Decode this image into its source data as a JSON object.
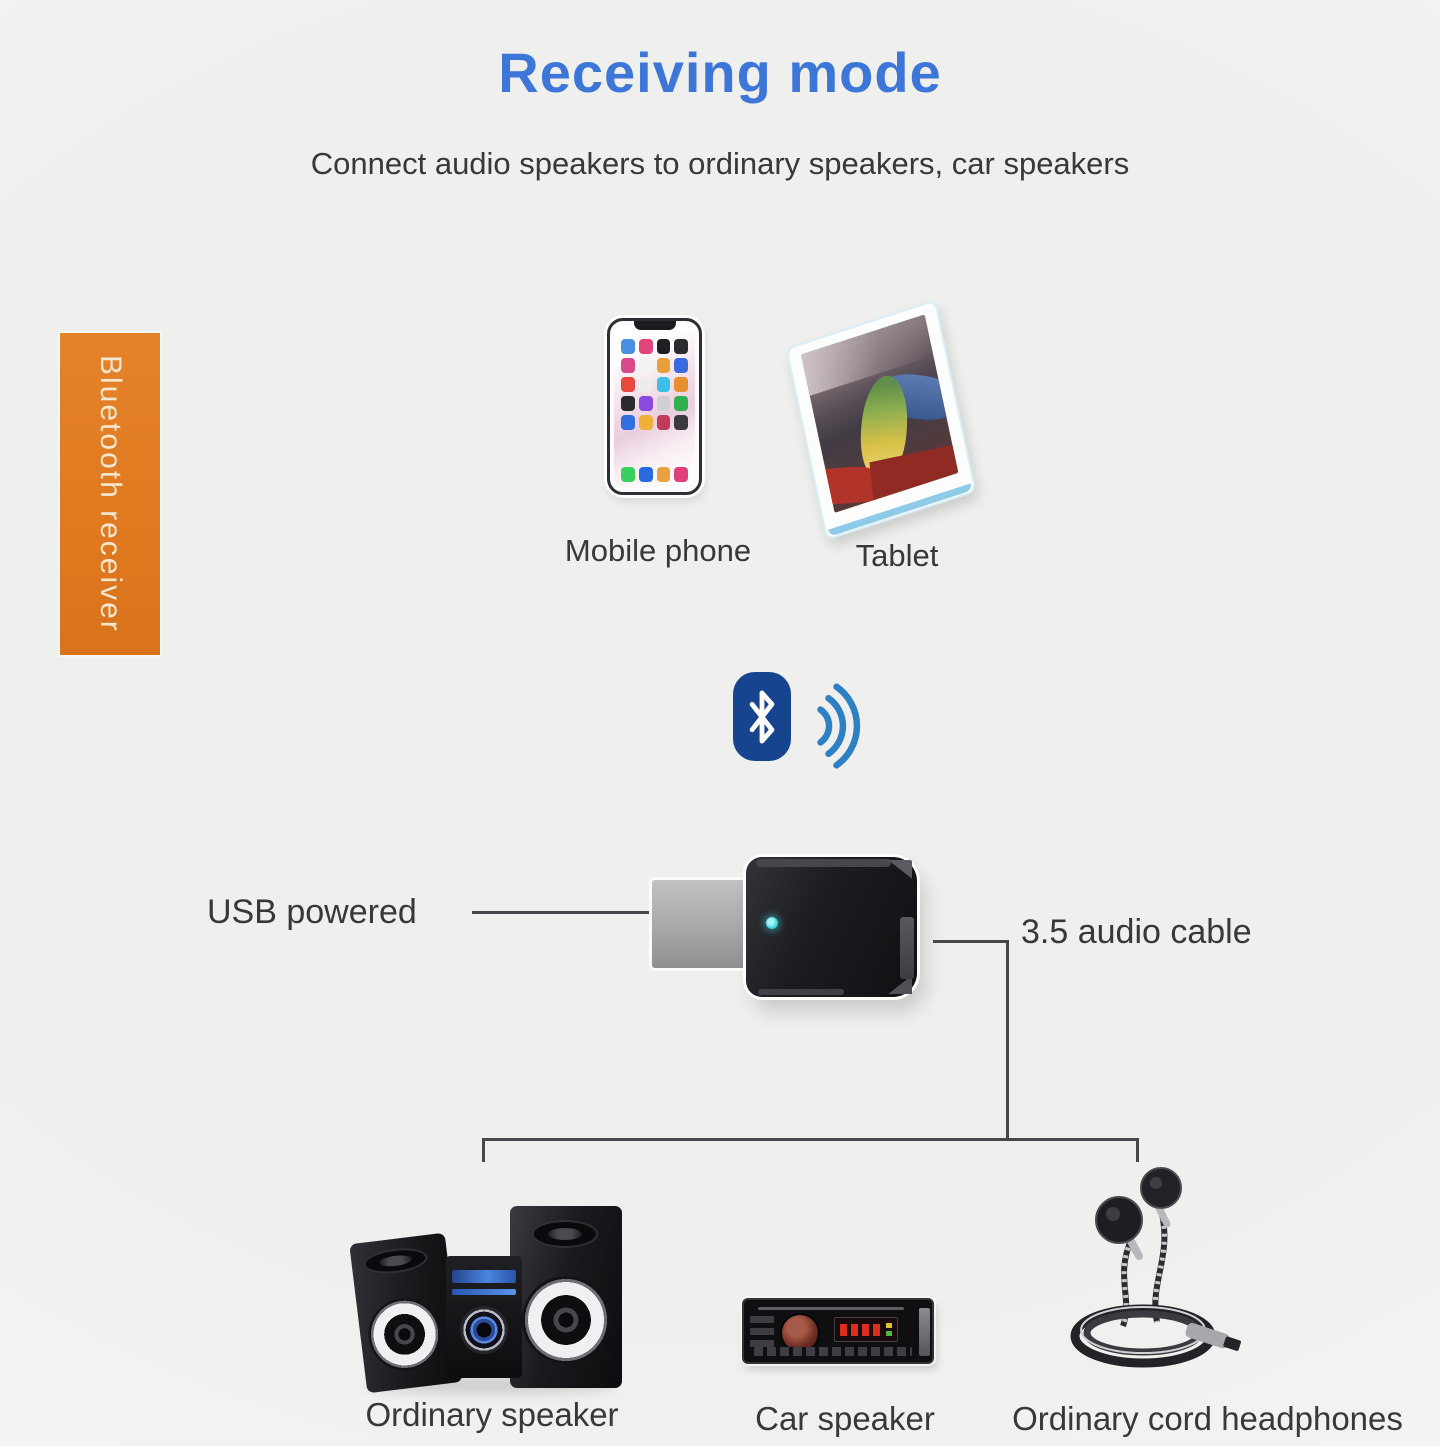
{
  "page": {
    "title": "Receiving mode",
    "subtitle": "Connect audio speakers to ordinary speakers, car speakers"
  },
  "side_banner": {
    "label": "Bluetooth receiver"
  },
  "source_devices": {
    "phone_label": "Mobile phone",
    "tablet_label": "Tablet"
  },
  "adapter": {
    "power_label": "USB powered",
    "cable_label": "3.5 audio cable"
  },
  "output_devices": {
    "speaker_label": "Ordinary speaker",
    "car_label": "Car speaker",
    "headphones_label": "Ordinary cord headphones"
  },
  "icons": {
    "bluetooth": "bluetooth-logo-icon",
    "signal": "wireless-signal-icon",
    "led": "adapter-status-led"
  },
  "colors": {
    "title_blue": "#3b76d8",
    "banner_orange": "#e0791f",
    "bluetooth_navy": "#17448e",
    "signal_blue": "#2e80c4",
    "led_cyan": "#45d6e2",
    "connector_line_gray": "#48484c",
    "label_dark": "#383838"
  },
  "decor": {
    "phone_app_icon_colors": [
      "#4a90e2",
      "#e2457a",
      "#1f1f23",
      "#2b2b2f",
      "#d84a8a",
      "#f2f2f4",
      "#e8a03a",
      "#3a6ae0",
      "#e8483a",
      "#ededef",
      "#3ac0e8",
      "#e89030",
      "#2a2a2e",
      "#8a4ae0",
      "#d0cfd4",
      "#30b050",
      "#2f6fe0",
      "#f0b03a",
      "#c23a5a",
      "#3a3a40"
    ],
    "phone_dock_icon_colors": [
      "#3ad060",
      "#2a6ae0",
      "#e8a040",
      "#e0407a"
    ]
  }
}
